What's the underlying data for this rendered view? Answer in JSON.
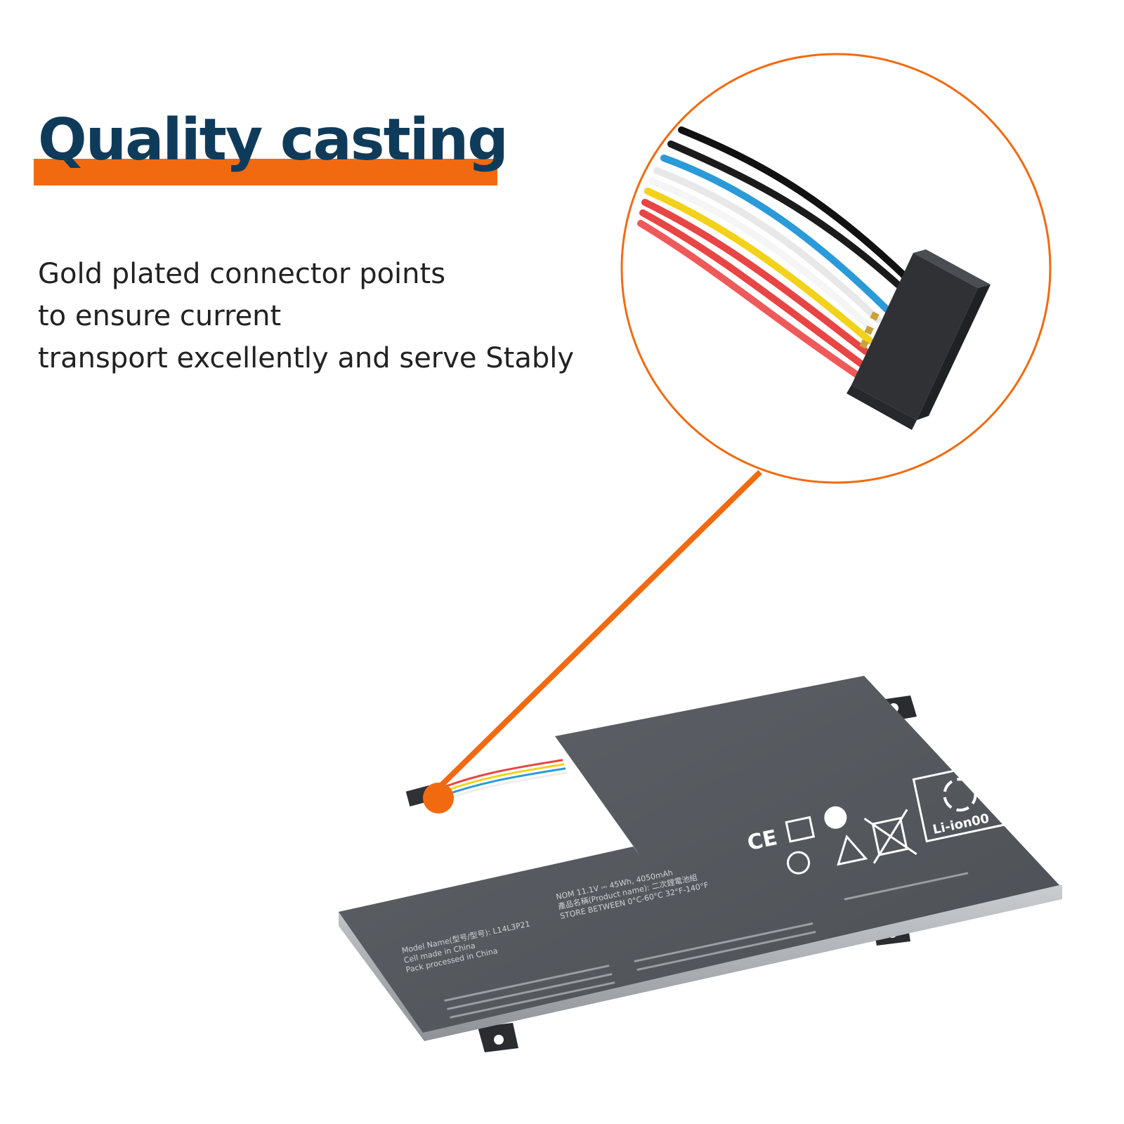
{
  "headline": {
    "title": "Quality casting"
  },
  "description": {
    "lines": [
      "Gold plated connector points",
      "to ensure current",
      "transport excellently and serve Stably"
    ]
  },
  "battery": {
    "model_line": "Model Name(型号/型号): L14L3P21",
    "cell_line": "Cell made in China",
    "pack_line": "Pack processed in China",
    "nom_line": "NOM 11.1V ⎓ 45Wh, 4050mAh",
    "product_line": "產品名稱(Product name): 二次鋰電池組",
    "store_line": "STORE BETWEEN 0°C-60°C  32°F-140°F",
    "recycle_badge": "Li-ion00"
  },
  "colors": {
    "accent_orange": "#f26a10",
    "headline_navy": "#0f3b5b",
    "battery_body": "#55595e"
  },
  "icons": [
    "ce-mark-icon",
    "recycle-icon",
    "crossed-bin-icon"
  ]
}
